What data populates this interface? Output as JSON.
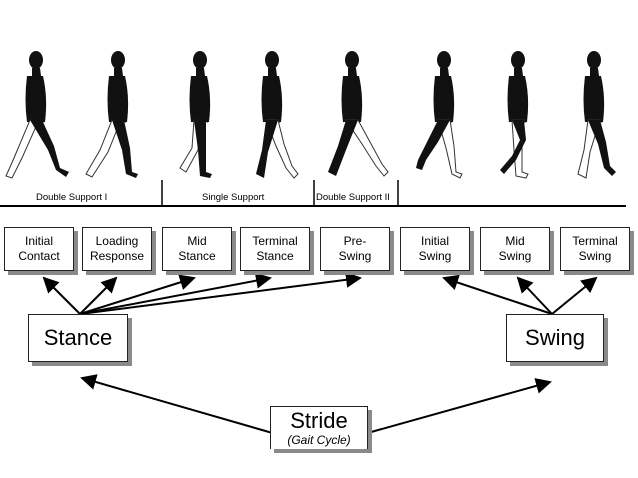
{
  "support_labels": [
    "Double Support I",
    "Single Support",
    "Double Support II"
  ],
  "phases": [
    "Initial\nContact",
    "Loading\nResponse",
    "Mid\nStance",
    "Terminal\nStance",
    "Pre-\nSwing",
    "Initial\nSwing",
    "Mid\nSwing",
    "Terminal\nSwing"
  ],
  "stance_label": "Stance",
  "swing_label": "Swing",
  "stride_label": "Stride",
  "stride_sub": "(Gait Cycle)",
  "colors": {
    "figure_dark": "#111111",
    "figure_light": "#ffffff",
    "shadow": "#8a8a8a",
    "line": "#000000"
  }
}
